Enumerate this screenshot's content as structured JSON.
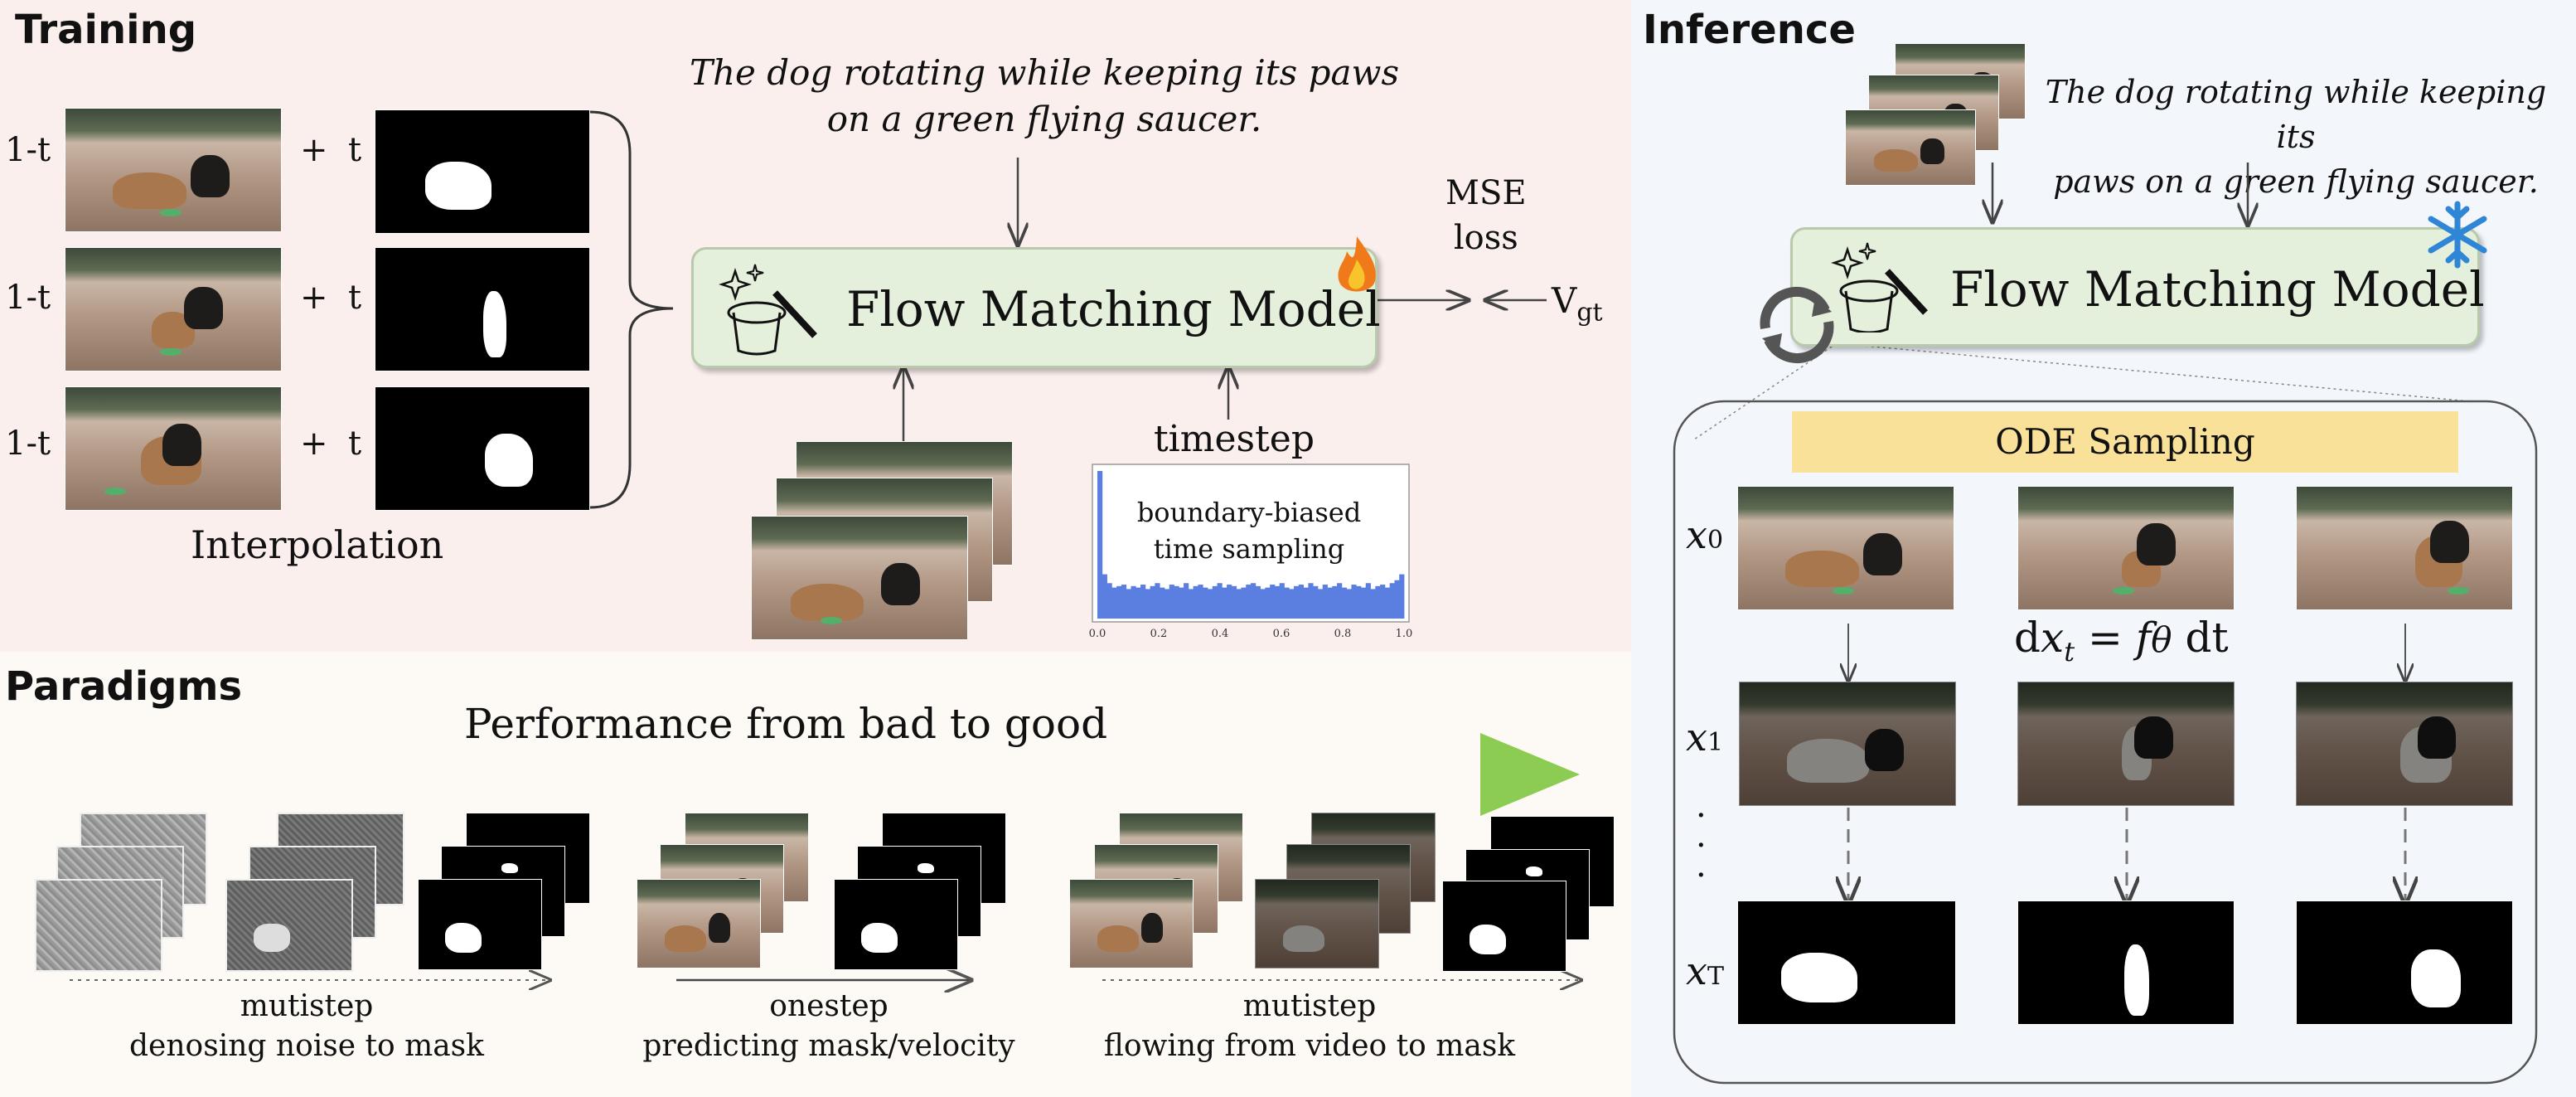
{
  "training": {
    "title": "Training",
    "coef_left": "1-t",
    "plus": "+",
    "coef_right": "t",
    "interpolation_label": "Interpolation",
    "prompt_line1": "The dog rotating while keeping its paws",
    "prompt_line2": "on a green flying saucer.",
    "model_label": "Flow Matching Model",
    "loss_line1": "MSE",
    "loss_line2": "loss",
    "vgt_main": "V",
    "vgt_sub": "gt",
    "timestep_label": "timestep",
    "histogram_title_line1": "boundary-biased",
    "histogram_title_line2": "time sampling",
    "histogram_ticks": [
      "0.0",
      "0.2",
      "0.4",
      "0.6",
      "0.8",
      "1.0"
    ],
    "trainable_icon": "flame-icon"
  },
  "chart_data": {
    "type": "bar",
    "title": "boundary-biased time sampling",
    "xlim": [
      0.0,
      1.0
    ],
    "x_ticks": [
      "0.0",
      "0.2",
      "0.4",
      "0.6",
      "0.8",
      "1.0"
    ],
    "bar_color": "#5b7fe0",
    "values": [
      1.0,
      0.3,
      0.24,
      0.21,
      0.22,
      0.23,
      0.2,
      0.22,
      0.21,
      0.23,
      0.2,
      0.22,
      0.24,
      0.21,
      0.2,
      0.23,
      0.22,
      0.21,
      0.24,
      0.2,
      0.22,
      0.23,
      0.21,
      0.2,
      0.22,
      0.24,
      0.21,
      0.23,
      0.22,
      0.2,
      0.21,
      0.23,
      0.24,
      0.22,
      0.2,
      0.21,
      0.23,
      0.22,
      0.24,
      0.21,
      0.2,
      0.22,
      0.23,
      0.21,
      0.24,
      0.22,
      0.2,
      0.23,
      0.21,
      0.22,
      0.24,
      0.21,
      0.2,
      0.23,
      0.22,
      0.21,
      0.24,
      0.2,
      0.22,
      0.23,
      0.21,
      0.24,
      0.26,
      0.3
    ]
  },
  "paradigms": {
    "title": "Paradigms",
    "performance_label": "Performance from bad to good",
    "gradient_colors": [
      "#e8322a",
      "#f08a2c",
      "#e6c234",
      "#8ccc52"
    ],
    "items": [
      {
        "line1": "mutistep",
        "line2": "denosing noise to mask"
      },
      {
        "line1": "onestep",
        "line2": "predicting mask/velocity"
      },
      {
        "line1": "mutistep",
        "line2": "flowing from video to mask"
      }
    ]
  },
  "inference": {
    "title": "Inference",
    "prompt_line1": "The dog rotating while keeping its",
    "prompt_line2": "paws on a green flying saucer.",
    "model_label": "Flow Matching Model",
    "frozen_icon": "snowflake-icon",
    "ode_label": "ODE Sampling",
    "ode_color": "#f9e19a",
    "row_labels": [
      {
        "main": "x",
        "sub": "0"
      },
      {
        "main": "x",
        "sub": "1"
      },
      {
        "main": "x",
        "sub": "T"
      }
    ],
    "ellipsis": "·",
    "equation": {
      "d": "d",
      "x": "x",
      "t_sub": "t",
      "eq": " = ",
      "f": "f",
      "theta": "θ",
      "dt": " dt"
    }
  },
  "colors": {
    "training_bg": "#fbefee",
    "paradigms_bg": "#fdf9f4",
    "inference_bg": "#f3f6fb",
    "model_fill": "#e4efdc",
    "flame": "#f07a1a",
    "snowflake": "#2f86d6"
  }
}
